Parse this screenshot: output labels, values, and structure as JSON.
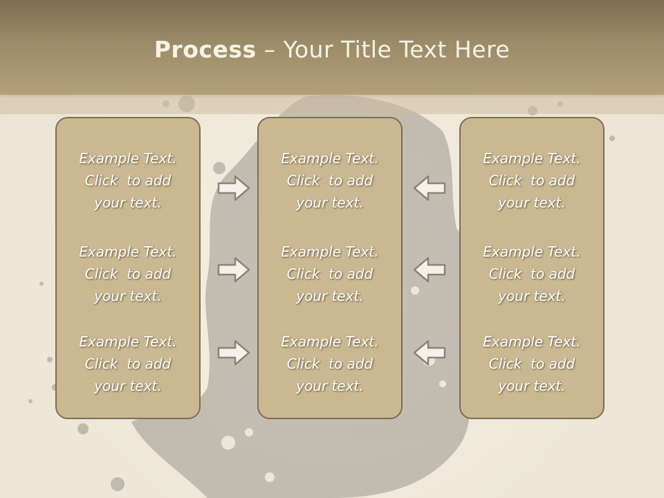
{
  "title": {
    "bold": "Process",
    "rest": " – Your Title Text Here"
  },
  "columns": [
    {
      "cells": [
        [
          "Example Text.",
          "Click  to add",
          "your text."
        ],
        [
          "Example Text.",
          "Click  to add",
          "your text."
        ],
        [
          "Example Text.",
          "Click  to add",
          "your text."
        ]
      ]
    },
    {
      "cells": [
        [
          "Example Text.",
          "Click  to add",
          "your text."
        ],
        [
          "Example Text.",
          "Click  to add",
          "your text."
        ],
        [
          "Example Text.",
          "Click  to add",
          "your text."
        ]
      ]
    },
    {
      "cells": [
        [
          "Example Text.",
          "Click  to add",
          "your text."
        ],
        [
          "Example Text.",
          "Click  to add",
          "your text."
        ],
        [
          "Example Text.",
          "Click  to add",
          "your text."
        ]
      ]
    }
  ],
  "arrows": [
    {
      "icon": "arrow-right-icon"
    },
    {
      "icon": "arrow-right-icon"
    },
    {
      "icon": "arrow-right-icon"
    },
    {
      "icon": "arrow-left-icon"
    },
    {
      "icon": "arrow-left-icon"
    },
    {
      "icon": "arrow-left-icon"
    }
  ],
  "colors": {
    "header": "#9c8b68",
    "box": "#c9b892",
    "border": "#7d6d52",
    "background": "#f1ebdd"
  }
}
